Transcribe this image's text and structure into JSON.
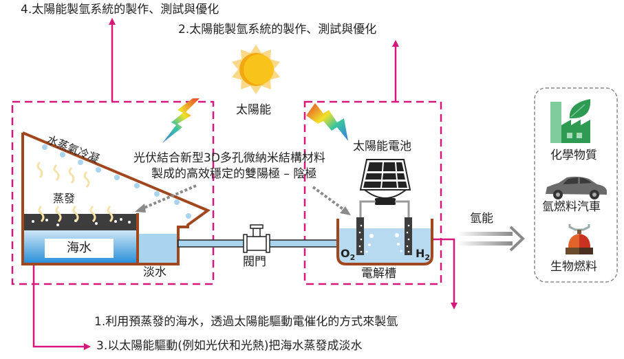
{
  "colors": {
    "accent": "#d6177a",
    "frame": "#a0471e",
    "seawater": "#3a9ad9",
    "freshwater": "#a9d4ee",
    "sun": "#f7be16",
    "sun_rays": "#fbd98a"
  },
  "notes": {
    "note4": "4.太陽能製氫系統的製作、測試與優化",
    "note2": "2.太陽能製氫系統的製作、測試與優化",
    "note1": "1.利用預蒸發的海水，透過太陽能驅動電催化的方式來製氫",
    "note3": "3.以太陽能驅動(例如光伏和光熱)把海水蒸發成淡水"
  },
  "labels": {
    "sun": "太陽能",
    "condensation": "水蒸氣冷凝",
    "evaporation": "蒸發",
    "seawater": "海水",
    "freshwater": "淡水",
    "valve": "閥門",
    "electrode_line1": "光伏結合新型3D多孔微納米結構材料",
    "electrode_line2": "製成的高效穩定的雙陽極 – 陰極",
    "solar_cell": "太陽能電池",
    "electrolyzer": "電解槽",
    "o2": "O",
    "o2_sub": "2",
    "h2": "H",
    "h2_sub": "2",
    "hydrogen_energy": "氫能"
  },
  "applications": [
    {
      "icon": "factory-leaf-icon",
      "label": "化學物質"
    },
    {
      "icon": "car-icon",
      "label": "氫燃料汽車"
    },
    {
      "icon": "stove-icon",
      "label": "生物燃料"
    }
  ]
}
